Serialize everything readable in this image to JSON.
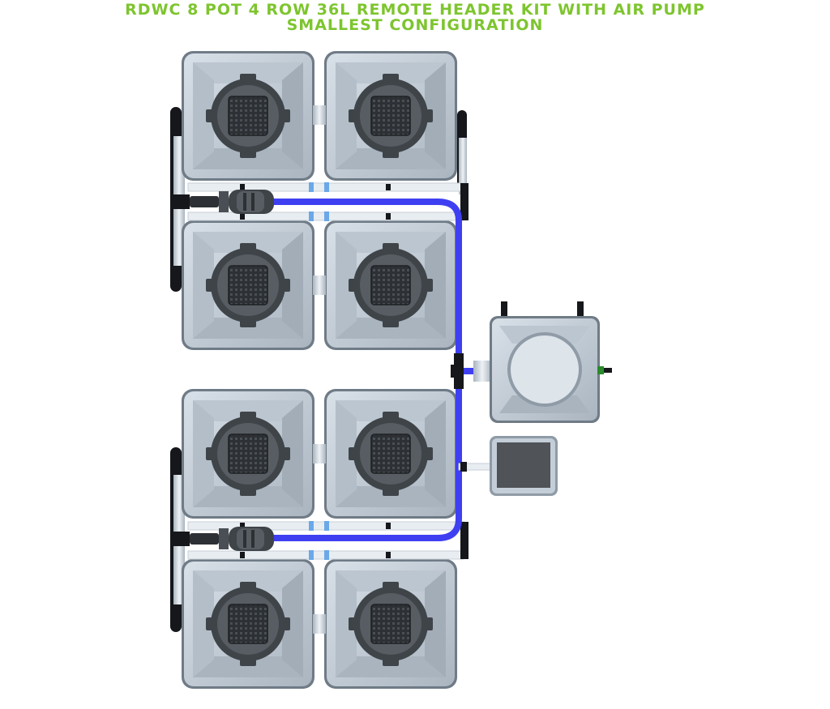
{
  "title": {
    "line1": "RDWC 8 POT 4 ROW 36L REMOTE HEADER KIT WITH AIR PUMP",
    "line2": "SMALLEST CONFIGURATION"
  },
  "colors": {
    "title_green": "#7dc52e",
    "pot_body": "#c4ced8",
    "pot_shadow": "#8f9ba7",
    "lid_dark": "#3f4449",
    "net_cup": "#2d3034",
    "blue_pipe": "#3f3ff2",
    "white_pipe": "#e8edf2",
    "black_fitting": "#15171a",
    "drain_valve": "#2b8a2b",
    "air_pump_screen": "#505459"
  },
  "components": {
    "pot_count": 8,
    "row_count": 4,
    "header_tank_capacity": "36L",
    "has_air_pump": true
  },
  "icons": {
    "pot": "square-pot-with-net-cup-icon",
    "header_tank": "header-tank-icon",
    "air_pump": "air-pump-icon",
    "water_pump": "inline-pump-icon"
  }
}
